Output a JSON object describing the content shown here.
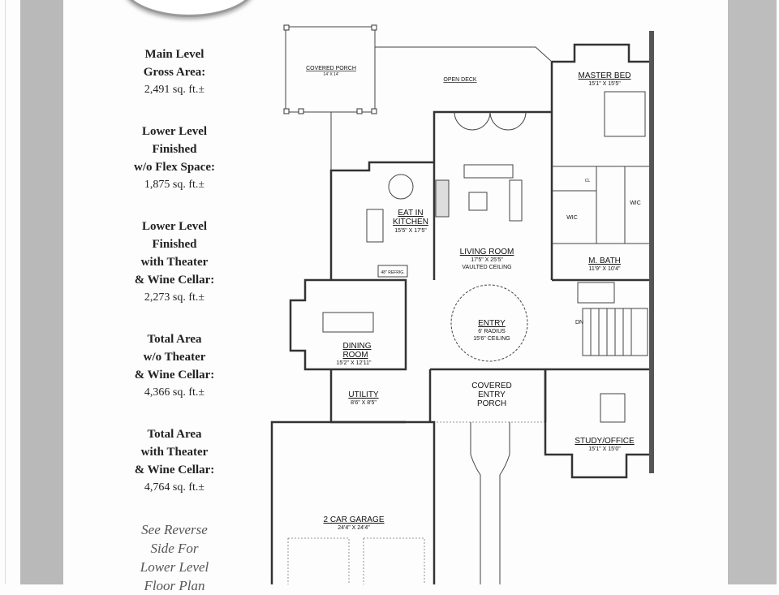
{
  "sidebar": {
    "blocks": [
      {
        "lines": [
          "Main Level",
          "Gross Area:"
        ],
        "value": "2,491 sq. ft.±"
      },
      {
        "lines": [
          "Lower Level",
          "Finished",
          "w/o Flex Space:"
        ],
        "value": "1,875 sq. ft.±"
      },
      {
        "lines": [
          "Lower Level",
          "Finished",
          "with Theater",
          "& Wine Cellar:"
        ],
        "value": "2,273 sq. ft.±"
      },
      {
        "lines": [
          "Total Area",
          "w/o Theater",
          "& Wine Cellar:"
        ],
        "value": "4,366 sq. ft.±"
      },
      {
        "lines": [
          "Total Area",
          "with Theater",
          "& Wine Cellar:"
        ],
        "value": "4,764 sq. ft.±"
      }
    ],
    "note": [
      "See Reverse",
      "Side For",
      "Lower Level",
      "Floor Plan"
    ]
  },
  "plan": {
    "covered_porch": {
      "name": "COVERED PORCH",
      "dims": "14' X 14'"
    },
    "open_deck": {
      "name": "OPEN DECK"
    },
    "master_bed": {
      "name": "MASTER BED",
      "dims": "15'1\" X 15'5\""
    },
    "kitchen": {
      "name1": "EAT IN",
      "name2": "KITCHEN",
      "dims": "15'5\" X 17'5\"",
      "refrig": "48\" REFRIG."
    },
    "living_room": {
      "name": "LIVING ROOM",
      "dims": "17'5\" X 25'5\"",
      "note": "VAULTED CEILING"
    },
    "wic1": "WIC",
    "wic2": "WIC",
    "closet": "CL",
    "m_bath": {
      "name": "M. BATH",
      "dims": "11'9\" X 10'4\""
    },
    "entry": {
      "name": "ENTRY",
      "radius": "6' RADIUS",
      "ceiling": "15'6\" CEILING"
    },
    "stairs": "DN",
    "dining": {
      "name1": "DINING",
      "name2": "ROOM",
      "dims": "15'2\" X 12'11\""
    },
    "utility": {
      "name": "UTILITY",
      "dims": "8'6\" X 8'5\""
    },
    "entry_porch": {
      "name1": "COVERED",
      "name2": "ENTRY",
      "name3": "PORCH"
    },
    "study": {
      "name": "STUDY/OFFICE",
      "dims": "15'1\" X 15'0\""
    },
    "garage": {
      "name": "2 CAR GARAGE",
      "dims": "24'4\" X 24'4\""
    }
  }
}
